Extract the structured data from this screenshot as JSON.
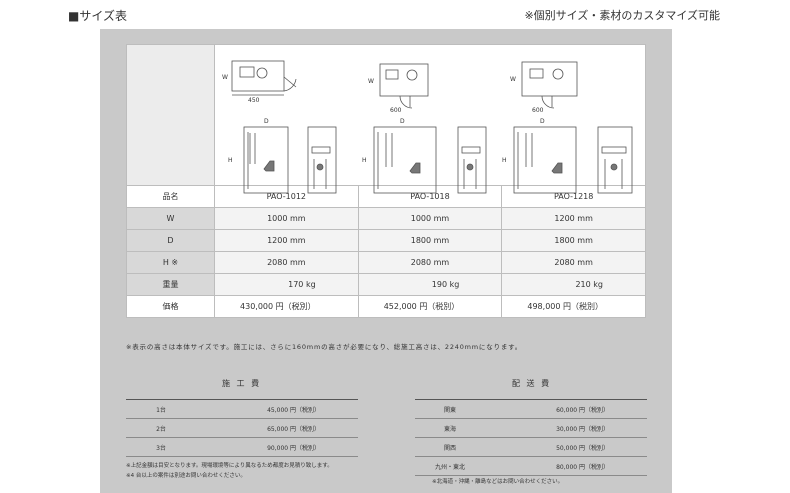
{
  "header": {
    "title": "■サイズ表",
    "right_note": "※個別サイズ・素材のカスタマイズ可能"
  },
  "drawings": {
    "plan_w": "W",
    "elev_d": "D",
    "elev_h": "H",
    "models": [
      {
        "dim": "450"
      },
      {
        "dim": "600"
      },
      {
        "dim": "600"
      }
    ]
  },
  "spec_table": {
    "header_label": "品名",
    "models": [
      "PAO-1012",
      "PAO-1018",
      "PAO-1218"
    ],
    "rows": [
      {
        "label": "W",
        "values": [
          "1000 mm",
          "1000 mm",
          "1200 mm"
        ]
      },
      {
        "label": "D",
        "values": [
          "1200 mm",
          "1800 mm",
          "1800 mm"
        ]
      },
      {
        "label": "H ※",
        "values": [
          "2080 mm",
          "2080 mm",
          "2080 mm"
        ]
      },
      {
        "label": "重量",
        "values": [
          "170 kg",
          "190 kg",
          "210 kg"
        ]
      },
      {
        "label": "価格",
        "values": [
          "430,000 円（税別）",
          "452,000 円（税別）",
          "498,000 円（税別）"
        ]
      }
    ]
  },
  "height_note": "※表示の高さは本体サイズです。施工には、さらに160mmの高さが必要になり、総施工高さは、2240mmになります。",
  "install_fee": {
    "title": "施 工 費",
    "rows": [
      {
        "label": "1台",
        "value": "45,000 円（税別）"
      },
      {
        "label": "2台",
        "value": "65,000 円（税別）"
      },
      {
        "label": "3台",
        "value": "90,000 円（税別）"
      }
    ],
    "notes": [
      "※上記金額は目安となります。現場環境等により異なるため都度お見積り致します。",
      "※4 台以上の案件は別途お問い合わせください。"
    ]
  },
  "delivery_fee": {
    "title": "配 送 費",
    "rows": [
      {
        "label": "関東",
        "value": "60,000 円（税別）"
      },
      {
        "label": "東海",
        "value": "30,000 円（税別）"
      },
      {
        "label": "関西",
        "value": "50,000 円（税別）"
      },
      {
        "label": "九州・東北",
        "value": "80,000 円（税別）"
      }
    ],
    "note": "※北海道・沖縄・離島などはお問い合わせください。"
  }
}
